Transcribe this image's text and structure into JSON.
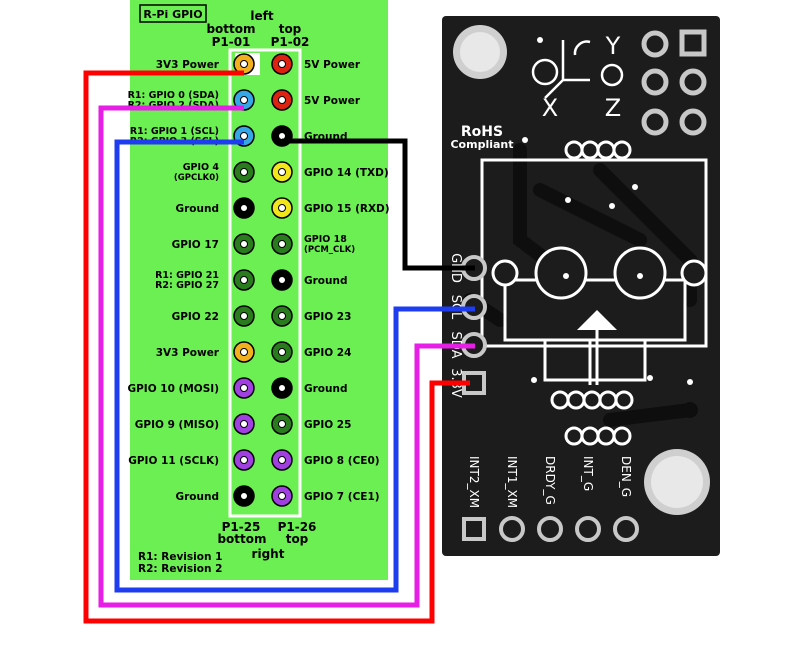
{
  "colors": {
    "gpio_board": "#6cef52",
    "sensor_board": "#1c1c1c",
    "wire_power": "#ff0000",
    "wire_sda": "#e61ee6",
    "wire_scl": "#1e3cf0",
    "wire_ground": "#000000",
    "pin_power_3v3": "#f2b01e",
    "pin_power_5v": "#dd2211",
    "pin_i2c": "#35a7e6",
    "pin_gpio": "#2a7a1e",
    "pin_gpio_yellow": "#f2e51c",
    "pin_ground": "#000000",
    "pin_spi": "#a040e0"
  },
  "gpio": {
    "title": "R-Pi GPIO",
    "top_side_label": "left",
    "top_left_header": "bottom",
    "top_left_pin": "P1-01",
    "top_right_header": "top",
    "top_right_pin": "P1-02",
    "bottom_left_pin": "P1-25",
    "bottom_left_header": "bottom",
    "bottom_right_pin": "P1-26",
    "bottom_right_header": "top",
    "bottom_side_label": "right",
    "legend": [
      "R1: Revision 1",
      "R2: Revision 2"
    ],
    "rows": [
      {
        "left": [
          "3V3 Power"
        ],
        "left_type": "pin_power_3v3",
        "right": [
          "5V Power"
        ],
        "right_type": "pin_power_5v"
      },
      {
        "left": [
          "R1: GPIO 0 (SDA)",
          "R2: GPIO 2 (SDA)"
        ],
        "left_type": "pin_i2c",
        "right": [
          "5V Power"
        ],
        "right_type": "pin_power_5v"
      },
      {
        "left": [
          "R1: GPIO 1 (SCL)",
          "R2: GPIO 3 (SCL)"
        ],
        "left_type": "pin_i2c",
        "right": [
          "Ground"
        ],
        "right_type": "pin_ground"
      },
      {
        "left": [
          "GPIO 4",
          "(GPCLK0)"
        ],
        "left_type": "pin_gpio",
        "right": [
          "GPIO 14 (TXD)"
        ],
        "right_type": "pin_gpio_yellow"
      },
      {
        "left": [
          "Ground"
        ],
        "left_type": "pin_ground",
        "right": [
          "GPIO 15 (RXD)"
        ],
        "right_type": "pin_gpio_yellow"
      },
      {
        "left": [
          "GPIO 17"
        ],
        "left_type": "pin_gpio",
        "right": [
          "GPIO 18",
          "(PCM_CLK)"
        ],
        "right_type": "pin_gpio"
      },
      {
        "left": [
          "R1: GPIO 21",
          "R2: GPIO 27"
        ],
        "left_type": "pin_gpio",
        "right": [
          "Ground"
        ],
        "right_type": "pin_ground"
      },
      {
        "left": [
          "GPIO 22"
        ],
        "left_type": "pin_gpio",
        "right": [
          "GPIO 23"
        ],
        "right_type": "pin_gpio"
      },
      {
        "left": [
          "3V3 Power"
        ],
        "left_type": "pin_power_3v3",
        "right": [
          "GPIO 24"
        ],
        "right_type": "pin_gpio"
      },
      {
        "left": [
          "GPIO 10 (MOSI)"
        ],
        "left_type": "pin_spi",
        "right": [
          "Ground"
        ],
        "right_type": "pin_ground"
      },
      {
        "left": [
          "GPIO 9 (MISO)"
        ],
        "left_type": "pin_spi",
        "right": [
          "GPIO 25"
        ],
        "right_type": "pin_gpio"
      },
      {
        "left": [
          "GPIO 11 (SCLK)"
        ],
        "left_type": "pin_spi",
        "right": [
          "GPIO 8 (CE0)"
        ],
        "right_type": "pin_spi"
      },
      {
        "left": [
          "Ground"
        ],
        "left_type": "pin_ground",
        "right": [
          "GPIO 7 (CE1)"
        ],
        "right_type": "pin_spi"
      }
    ]
  },
  "sensor": {
    "rohs_line1": "RoHS",
    "rohs_line2": "Compliant",
    "axis_x": "X",
    "axis_y": "Y",
    "axis_z": "Z",
    "side_pins": [
      "GND",
      "SCL",
      "SDA",
      "3.3v"
    ],
    "side_pin_labels": [
      "GND",
      "SCL",
      "SDA",
      "3.3V"
    ],
    "bottom_pins": [
      "INT2_XM",
      "INT1_XM",
      "DRDY_G",
      "INT_G",
      "DEN_G"
    ]
  },
  "wires": [
    {
      "name": "ground",
      "from": "Ground (P1-06)",
      "to": "GND"
    },
    {
      "name": "scl",
      "from": "GPIO SCL (P1-05)",
      "to": "SCL"
    },
    {
      "name": "sda",
      "from": "GPIO SDA (P1-03)",
      "to": "SDA"
    },
    {
      "name": "power",
      "from": "3V3 Power (P1-01)",
      "to": "3.3V"
    }
  ]
}
